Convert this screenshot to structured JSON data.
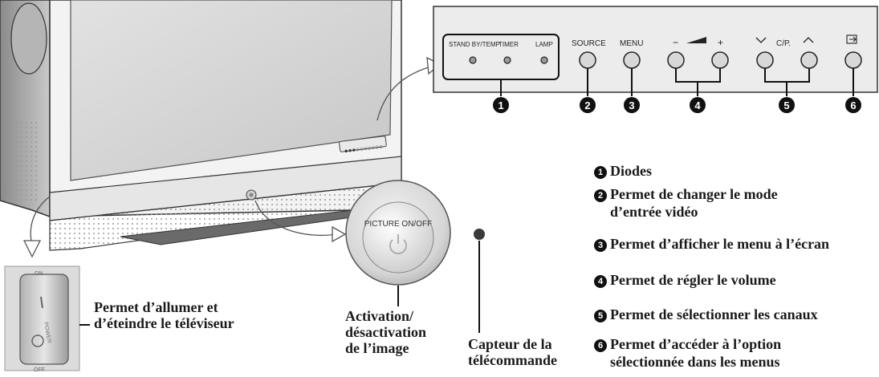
{
  "control_panel": {
    "indicators": {
      "standby": "STAND BY/TEMP",
      "timer": "TIMER",
      "lamp": "LAMP"
    },
    "buttons": {
      "source": "SOURCE",
      "menu": "MENU",
      "volume_minus": "−",
      "volume_plus": "+",
      "channel_label": "C/P."
    },
    "callout_numbers": [
      "1",
      "2",
      "3",
      "4",
      "5",
      "6"
    ]
  },
  "picture_button_label": "PICTURE ON/OFF",
  "power_switch": {
    "on": "ON",
    "off": "OFF",
    "power": "POWER"
  },
  "tv_panel_dots": "●●●○○○○○○○",
  "captions": {
    "power_line1": "Permet d’allumer et",
    "power_line2": "d’éteindre le téléviseur",
    "picture_line1": "Activation/",
    "picture_line2": "désactivation",
    "picture_line3": "de l’image",
    "sensor_line1": "Capteur de la",
    "sensor_line2": "télécommande"
  },
  "legend": [
    {
      "num": "1",
      "lines": [
        "Diodes"
      ]
    },
    {
      "num": "2",
      "lines": [
        "Permet de changer le mode",
        "d’entrée vidéo"
      ]
    },
    {
      "num": "3",
      "lines": [
        "Permet d’afficher le menu à l’écran"
      ]
    },
    {
      "num": "4",
      "lines": [
        "Permet de régler le volume"
      ]
    },
    {
      "num": "5",
      "lines": [
        "Permet de sélectionner les canaux"
      ]
    },
    {
      "num": "6",
      "lines": [
        "Permet d’accéder à l’option",
        "sélectionnée dans les menus"
      ]
    }
  ],
  "colors": {
    "panel_bg": "#ececec",
    "screen": "#d4d4d4",
    "frame": "#f3f3f3",
    "ink": "#111111",
    "sensor": "#3a3a3a"
  }
}
